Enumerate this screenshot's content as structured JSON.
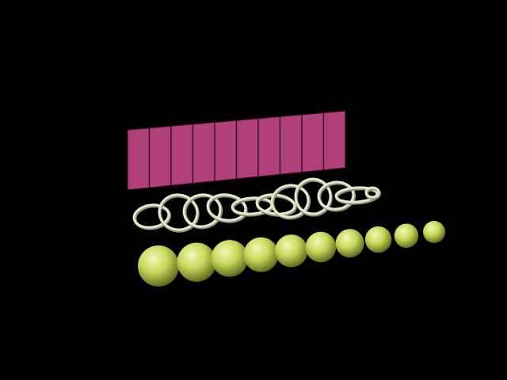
{
  "scene": {
    "background": "#000000",
    "panels": {
      "count": 10,
      "color": "#b0407a",
      "edge_color": "#2a0a1a"
    },
    "rings": {
      "count": 11,
      "color": "#e6e8cc",
      "shadow_color": "#8f927a"
    },
    "spheres": {
      "count": 10,
      "color": "#c8d85a",
      "highlight_color": "#f1f7b8",
      "shadow_color": "#4f5a12"
    }
  }
}
